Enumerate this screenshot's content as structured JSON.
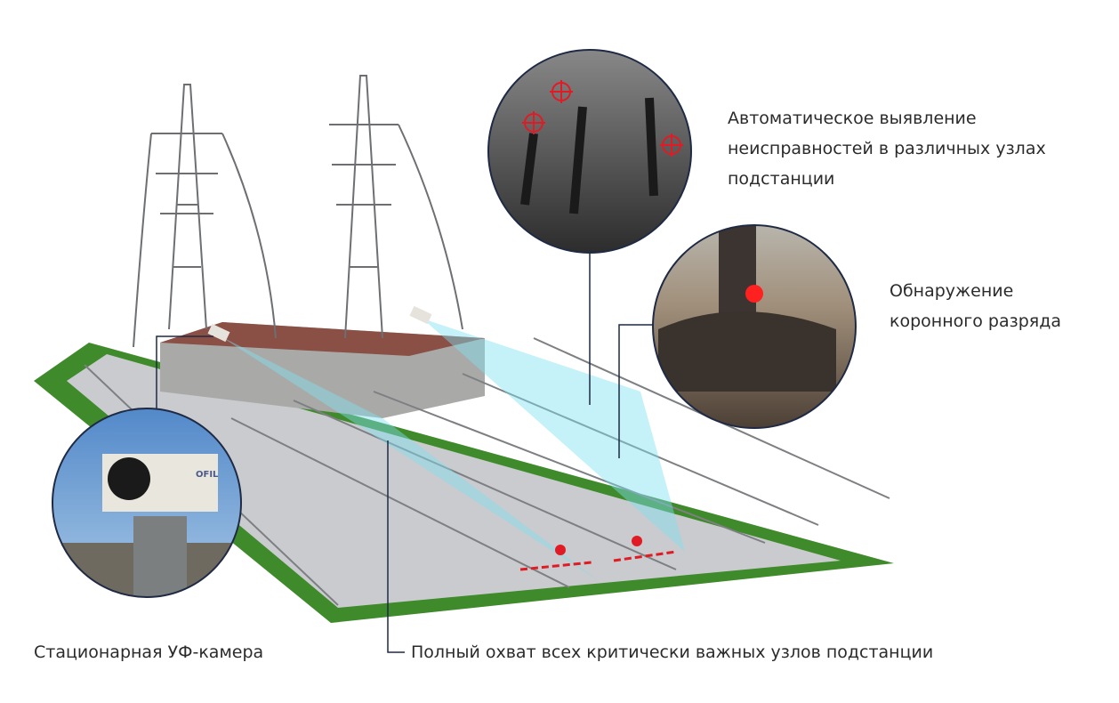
{
  "labels": {
    "auto_detection": [
      "Автоматическое выявление",
      "неисправностей в различных узлах",
      "подстанции"
    ],
    "corona": [
      "Обнаружение",
      "коронного разряда"
    ],
    "camera": "Стационарная УФ-камера",
    "coverage": "Полный охват всех критически важных узлов подстанции"
  },
  "logo_text": "OFIL",
  "colors": {
    "callout_line": "#1f2a44",
    "grass": "#3f8a2a",
    "beam": "#7fe0f0",
    "fault_marker": "#e01b24"
  }
}
